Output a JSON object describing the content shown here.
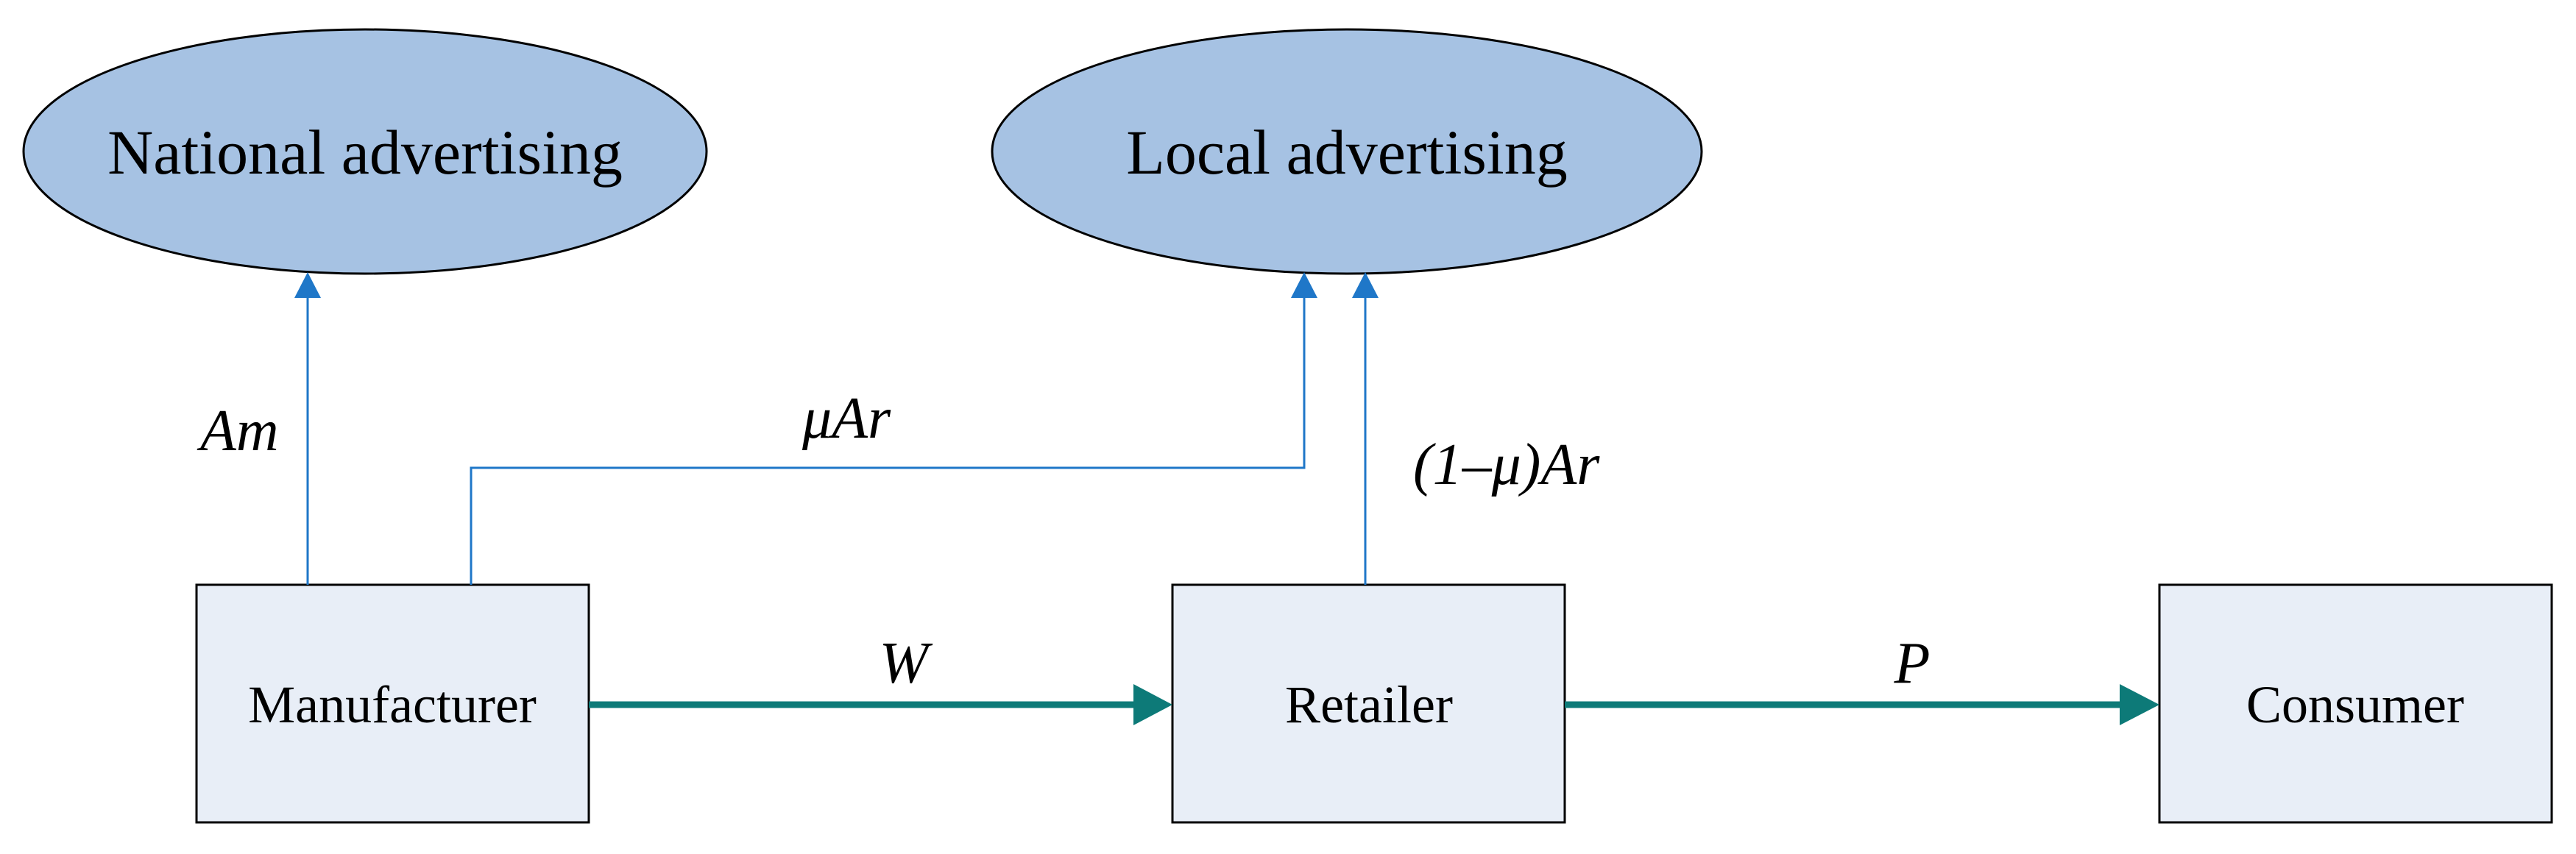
{
  "nodes": {
    "national_advertising": "National advertising",
    "local_advertising": "Local advertising",
    "manufacturer": "Manufacturer",
    "retailer": "Retailer",
    "consumer": "Consumer"
  },
  "edges": {
    "am": "Am",
    "mu_ar": "μAr",
    "one_minus_mu_ar": "(1–μ)Ar",
    "w": "W",
    "p": "P"
  },
  "colors": {
    "ellipse_fill": "#a6c2e3",
    "box_fill": "#e8eef7",
    "blue_line": "#1f77c8",
    "teal_arrow": "#0d7a78",
    "stroke": "#000000"
  }
}
